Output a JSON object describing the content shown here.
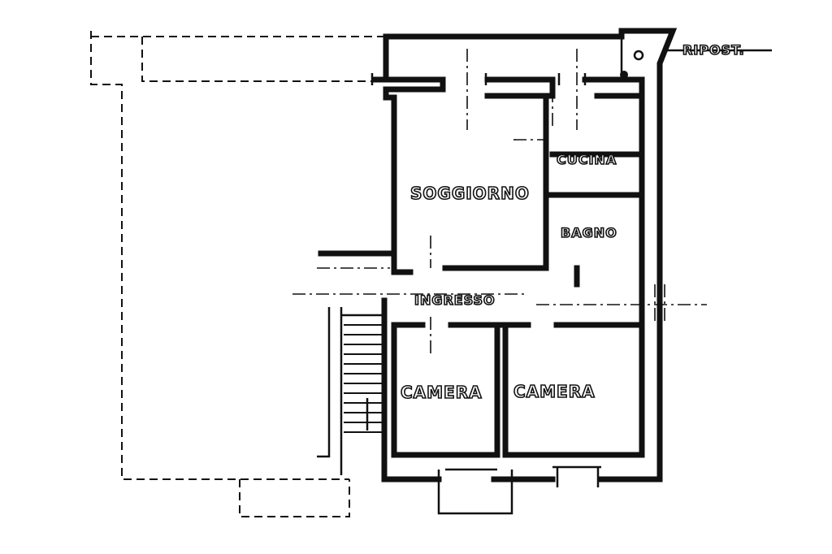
{
  "plan": {
    "labels": {
      "ripost": "RIPOST.",
      "cucina": "CUCINA",
      "soggiorno": "SOGGIORNO",
      "bagno": "BAGNO",
      "ingresso": "INGRESSO",
      "camera_left": "CAMERA",
      "camera_right": "CAMERA"
    },
    "line_color": "#111111",
    "background_color": "#ffffff"
  }
}
